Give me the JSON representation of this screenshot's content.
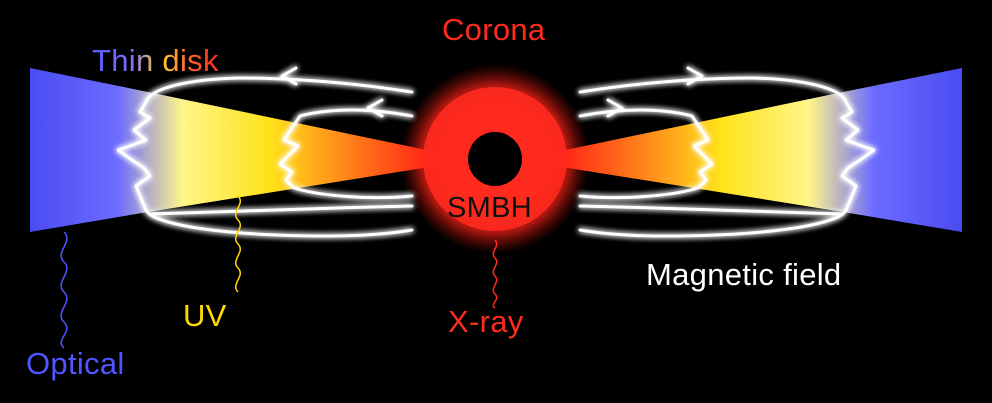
{
  "labels": {
    "thin_disk": "Thin disk",
    "corona": "Corona",
    "smbh": "SMBH",
    "magnetic_field": "Magnetic field",
    "uv": "UV",
    "xray": "X-ray",
    "optical": "Optical"
  },
  "colors": {
    "background": "#000000",
    "optical": "#4f55ff",
    "uv": "#ffd800",
    "xray": "#ff2a1e",
    "corona": "#ff2a1e",
    "field": "#ffffff"
  }
}
